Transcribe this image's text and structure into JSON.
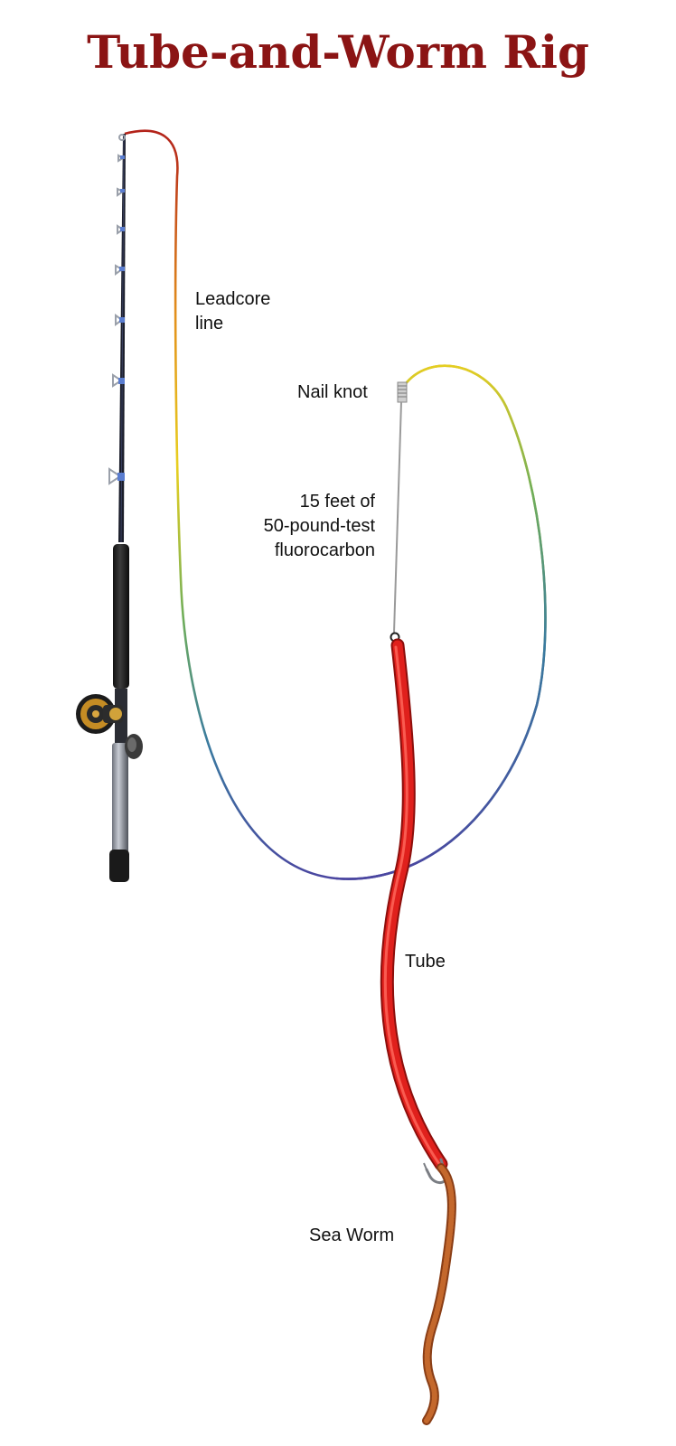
{
  "title": "Tube-and-Worm Rig",
  "labels": {
    "leadcore": "Leadcore\nline",
    "nail_knot": "Nail knot",
    "fluorocarbon": "15 feet of\n50-pound-test\nfluorocarbon",
    "tube": "Tube",
    "sea_worm": "Sea Worm"
  },
  "colors": {
    "title": "#8b1414",
    "tube": "#e0201c",
    "worm": "#b45a26",
    "fluorocarbon_line": "#9a9a9a",
    "leadcore_gradient": [
      "#b2201a",
      "#e3901c",
      "#e8cf1f",
      "#6fae5a",
      "#3a7aa0",
      "#4a45a0"
    ]
  },
  "icons": {
    "rod": "fishing-rod-icon",
    "reel": "reel-icon",
    "hook": "hook-icon",
    "swivel": "swivel-icon"
  }
}
